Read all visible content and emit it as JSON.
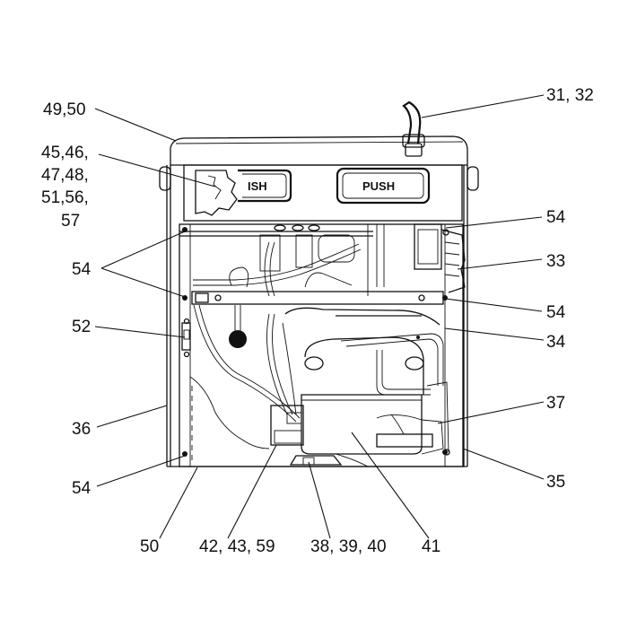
{
  "diagram": {
    "buttons": {
      "left_label": "ISH",
      "right_label": "PUSH"
    },
    "callouts": {
      "c49_50": "49,50",
      "c45_line1": "45,46,",
      "c45_line2": "47,48,",
      "c45_line3": "51,56,",
      "c45_line4": "57",
      "c31_32": "31, 32",
      "c54_right_top": "54",
      "c33": "33",
      "c54_left_top": "54",
      "c54_right_mid": "54",
      "c52": "52",
      "c34": "34",
      "c37": "37",
      "c36": "36",
      "c35": "35",
      "c54_left_bottom": "54",
      "c50": "50",
      "c42_43_59": "42, 43, 59",
      "c38_39_40": "38, 39, 40",
      "c41": "41"
    }
  }
}
